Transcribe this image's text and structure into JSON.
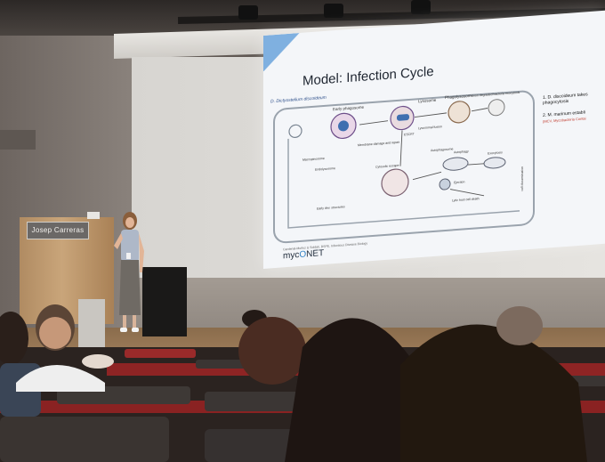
{
  "podium": {
    "label": "Josep Carreras"
  },
  "slide": {
    "title": "Model: Infection Cycle",
    "subtitle": "D. Dictyostelium discoideum",
    "note1": "1. D. discoideum takes",
    "note1b": "phagocytosis",
    "note2": "2. M. marinum establi",
    "note2b": "(MCV, Mycobacteria Contai",
    "footer": "Cardenal-Muñoz & Soldati, BSPE, Infectious Disease Biology",
    "logo_prefix": "myc",
    "logo_o": "O",
    "logo_suffix": "NET",
    "diagram_labels": {
      "early_phagosome": "Early phagosome",
      "lysosome": "Lysosome",
      "phagolysosome": "Phagolysosome",
      "ecstasis": "ESCRT",
      "lysosomal_fusion": "Lysosomal fusion",
      "non_degraded": "non degraded bacteria exocytosis",
      "membrane_damage": "Membrane damage and repair",
      "autophagosome": "Autophagosome",
      "autophagy": "Autophagy",
      "cytosolic_escape": "Cytosolic escape",
      "exocytosis": "Exocytosis",
      "ejection": "Ejection",
      "lytic_host": "Lytic host cell death",
      "early_dev": "Early dev. structures",
      "endolysosome": "Endolysosome",
      "dissemination": "cell dissemination",
      "macropinosome": "Macropinosome"
    }
  },
  "colors": {
    "slide_bg": "#f4f6f9",
    "accent_blue": "#2c7fc4",
    "podium_wood": "#b08b62",
    "seat_red": "#9b2a2a"
  }
}
